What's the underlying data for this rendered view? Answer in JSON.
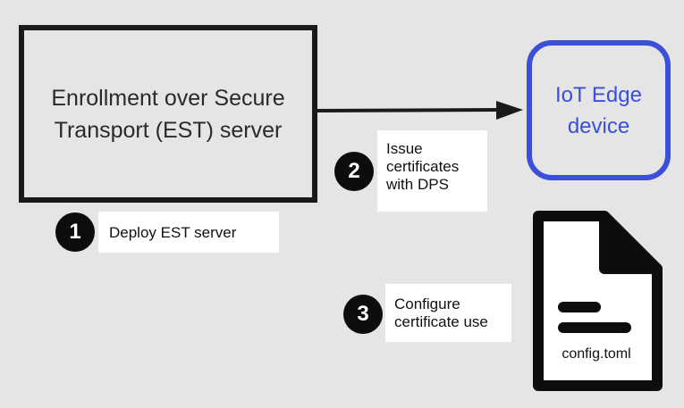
{
  "est_server": {
    "label": "Enrollment over Secure\nTransport (EST) server"
  },
  "iot_device": {
    "label": "IoT Edge\ndevice"
  },
  "steps": [
    {
      "number": "1",
      "label": "Deploy EST server"
    },
    {
      "number": "2",
      "label": "Issue\ncertificates\nwith DPS"
    },
    {
      "number": "3",
      "label": "Configure\ncertificate use"
    }
  ],
  "config_file": {
    "name": "config.toml"
  },
  "colors": {
    "background": "#e5e5e5",
    "est_border": "#1a1a1a",
    "iot_accent": "#3b4fd8",
    "step_circle": "#0d0d0d",
    "label_bg": "#ffffff"
  }
}
